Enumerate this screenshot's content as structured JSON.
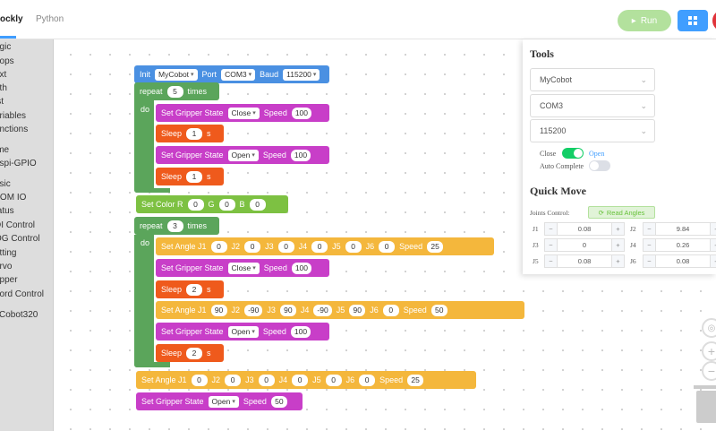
{
  "tabs": {
    "blockly": "ockly",
    "python": "Python"
  },
  "run_label": "Run",
  "sidebar": {
    "items": [
      "ogic",
      "oops",
      "ext",
      "ath",
      "ist",
      "ariables",
      "unctions",
      "ime",
      "aspi-GPIO",
      "asic",
      "TOM IO",
      "tatus",
      "DI Control",
      "OG Control",
      "etting",
      "ervo",
      "ripper",
      "oord Control",
      "yCobot320"
    ]
  },
  "blocks": {
    "init": {
      "label": "Init",
      "robot": "MyCobot",
      "port_label": "Port",
      "port": "COM3",
      "baud_label": "Baud",
      "baud": "115200"
    },
    "repeat1": {
      "label": "repeat",
      "count": "5",
      "times": "times",
      "do": "do"
    },
    "gripper_close_1": {
      "label": "Set Gripper State",
      "state": "Close",
      "speed_label": "Speed",
      "speed": "100"
    },
    "sleep_1": {
      "label": "Sleep",
      "value": "1",
      "unit": "s"
    },
    "gripper_open_1": {
      "label": "Set Gripper State",
      "state": "Open",
      "speed_label": "Speed",
      "speed": "100"
    },
    "sleep_2": {
      "label": "Sleep",
      "value": "1",
      "unit": "s"
    },
    "color": {
      "label": "Set Color R",
      "r": "0",
      "g_label": "G",
      "g": "0",
      "b_label": "B",
      "b": "0"
    },
    "repeat2": {
      "label": "repeat",
      "count": "3",
      "times": "times",
      "do": "do"
    },
    "angle_1": {
      "label": "Set Angle J1",
      "j1": "0",
      "j2_label": "J2",
      "j2": "0",
      "j3_label": "J3",
      "j3": "0",
      "j4_label": "J4",
      "j4": "0",
      "j5_label": "J5",
      "j5": "0",
      "j6_label": "J6",
      "j6": "0",
      "speed_label": "Speed",
      "speed": "25"
    },
    "gripper_close_2": {
      "label": "Set Gripper State",
      "state": "Close",
      "speed_label": "Speed",
      "speed": "100"
    },
    "sleep_3": {
      "label": "Sleep",
      "value": "2",
      "unit": "s"
    },
    "angle_2": {
      "label": "Set Angle J1",
      "j1": "90",
      "j2_label": "J2",
      "j2": "-90",
      "j3_label": "J3",
      "j3": "90",
      "j4_label": "J4",
      "j4": "-90",
      "j5_label": "J5",
      "j5": "90",
      "j6_label": "J6",
      "j6": "0",
      "speed_label": "Speed",
      "speed": "50"
    },
    "gripper_open_2": {
      "label": "Set Gripper State",
      "state": "Open",
      "speed_label": "Speed",
      "speed": "100"
    },
    "sleep_4": {
      "label": "Sleep",
      "value": "2",
      "unit": "s"
    },
    "angle_3": {
      "label": "Set Angle J1",
      "j1": "0",
      "j2_label": "J2",
      "j2": "0",
      "j3_label": "J3",
      "j3": "0",
      "j4_label": "J4",
      "j4": "0",
      "j5_label": "J5",
      "j5": "0",
      "j6_label": "J6",
      "j6": "0",
      "speed_label": "Speed",
      "speed": "25"
    },
    "gripper_open_3": {
      "label": "Set Gripper State",
      "state": "Open",
      "speed_label": "Speed",
      "speed": "50"
    }
  },
  "tools": {
    "title": "Tools",
    "device": "MyCobot",
    "port": "COM3",
    "baud": "115200",
    "close_label": "Close",
    "open_label": "Open",
    "close_open_state": "on",
    "auto_complete_label": "Auto Complete",
    "auto_complete_state": "off"
  },
  "quick_move": {
    "title": "Quick Move",
    "joints_control_label": "Joints Control:",
    "read_angles_label": "Read Angles",
    "joints": [
      {
        "name": "J1",
        "value": "0.08"
      },
      {
        "name": "J2",
        "value": "9.84"
      },
      {
        "name": "J3",
        "value": "0"
      },
      {
        "name": "J4",
        "value": "0.26"
      },
      {
        "name": "J5",
        "value": "0.08"
      },
      {
        "name": "J6",
        "value": "0.08"
      }
    ]
  },
  "colors": {
    "init": "#4a90e2",
    "loop": "#5ba55b",
    "gripper": "#c83ec8",
    "sleep": "#ef5a1c",
    "color": "#7dc142",
    "angle": "#f4b73c",
    "run": "#b3e19d",
    "primary": "#409eff"
  },
  "icons": {
    "run": "play-icon",
    "grid": "grid-icon",
    "read": "refresh-icon"
  }
}
